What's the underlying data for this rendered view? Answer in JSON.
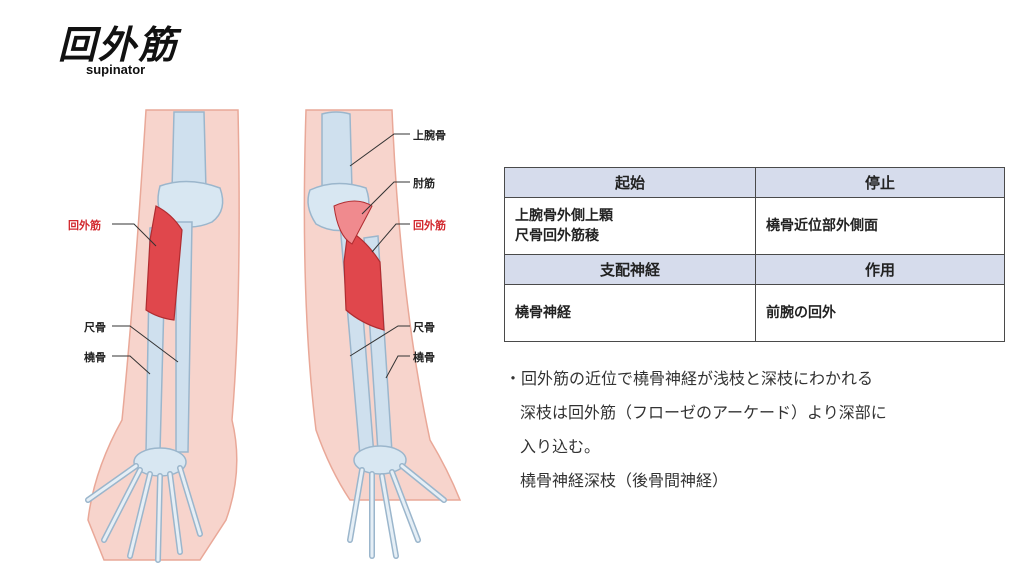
{
  "header": {
    "title": "回外筋",
    "subtitle": "supinator"
  },
  "figure": {
    "left_labels": {
      "muscle": "回外筋",
      "ulna": "尺骨",
      "radius": "橈骨"
    },
    "right_labels": {
      "humerus": "上腕骨",
      "anconeus": "肘筋",
      "muscle": "回外筋",
      "ulna": "尺骨",
      "radius": "橈骨"
    }
  },
  "table": {
    "headers": {
      "origin": "起始",
      "insertion": "停止",
      "innervation": "支配神経",
      "action": "作用"
    },
    "origin_line1": "上腕骨外側上顆",
    "origin_line2": "尺骨回外筋稜",
    "insertion": "橈骨近位部外側面",
    "innervation": "橈骨神経",
    "action": "前腕の回外"
  },
  "notes": [
    "・回外筋の近位で橈骨神経が浅枝と深枝にわかれる",
    "深枝は回外筋（フローゼのアーケード）より深部に",
    "入り込む。",
    "橈骨神経深枝（後骨間神経）"
  ],
  "colors": {
    "muscle": "#e0474c",
    "bone": "#cfe0ee",
    "skin": "#f7d4cc",
    "header_bg": "#d6dcec",
    "label_red": "#d2282e"
  }
}
